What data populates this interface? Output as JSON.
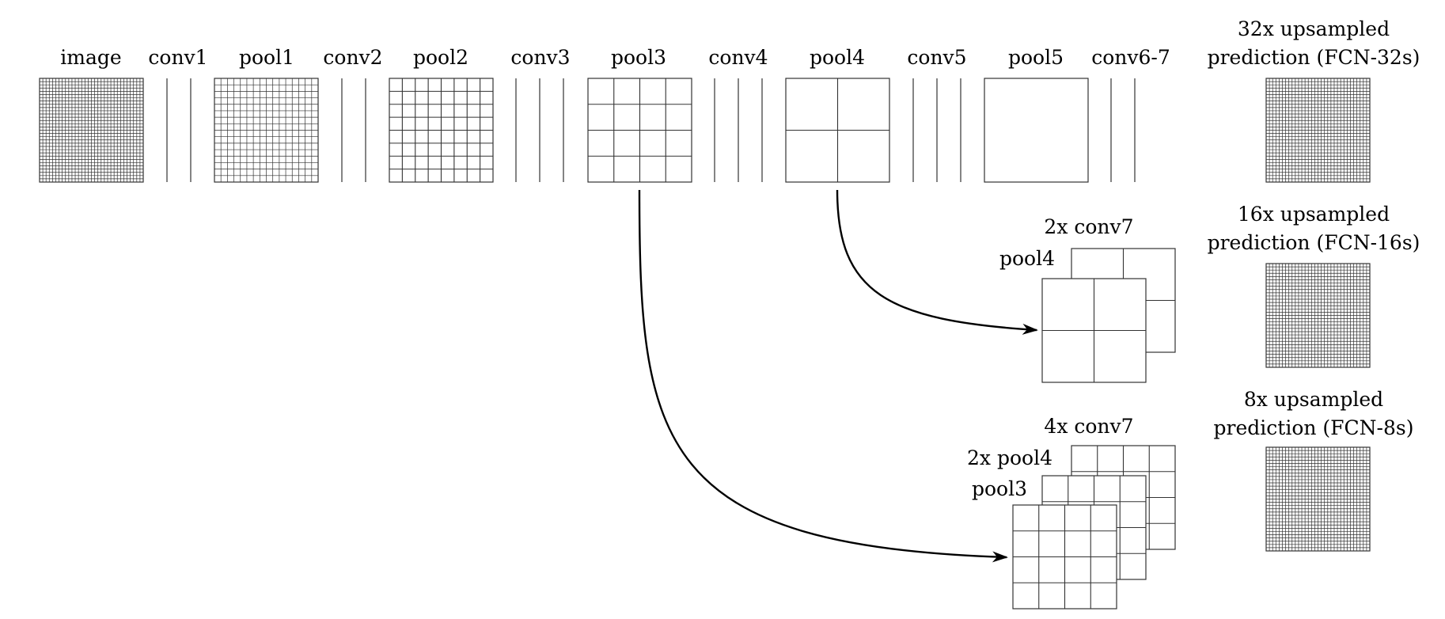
{
  "layers": [
    {
      "label": "image",
      "kind": "grid",
      "grid": 32
    },
    {
      "label": "conv1",
      "kind": "lines",
      "lines": 2
    },
    {
      "label": "pool1",
      "kind": "grid",
      "grid": 16
    },
    {
      "label": "conv2",
      "kind": "lines",
      "lines": 2
    },
    {
      "label": "pool2",
      "kind": "grid",
      "grid": 8
    },
    {
      "label": "conv3",
      "kind": "lines",
      "lines": 3
    },
    {
      "label": "pool3",
      "kind": "grid",
      "grid": 4
    },
    {
      "label": "conv4",
      "kind": "lines",
      "lines": 3
    },
    {
      "label": "pool4",
      "kind": "grid",
      "grid": 2
    },
    {
      "label": "conv5",
      "kind": "lines",
      "lines": 3
    },
    {
      "label": "pool5",
      "kind": "grid",
      "grid": 1
    },
    {
      "label": "conv6-7",
      "kind": "lines",
      "lines": 2
    }
  ],
  "predictions": [
    {
      "line1": "32x upsampled",
      "line2": "prediction (FCN-32s)",
      "grid": 32
    },
    {
      "line1": "16x upsampled",
      "line2": "prediction (FCN-16s)",
      "grid": 32
    },
    {
      "line1": "8x upsampled",
      "line2": "prediction (FCN-8s)",
      "grid": 32
    }
  ],
  "fcn16": {
    "top_label": "2x conv7",
    "front_label": "pool4",
    "grid": 2
  },
  "fcn8": {
    "top_label": "4x conv7",
    "mid_label": "2x pool4",
    "front_label": "pool3",
    "grid": 4
  }
}
